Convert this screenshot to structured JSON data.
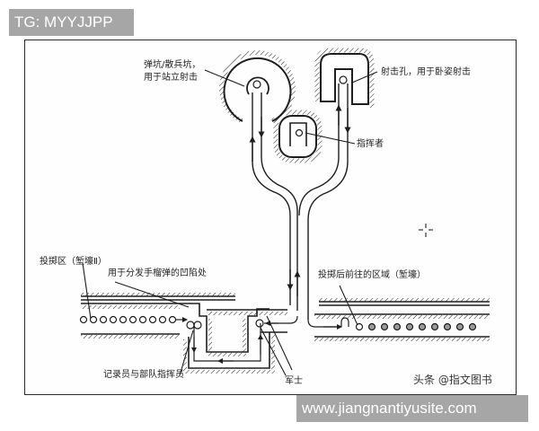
{
  "watermarks": {
    "top": "TG: MYYJJPP",
    "bottom": "www.jiangnantiyusite.com"
  },
  "credit": "头条 @指文图书",
  "labels": {
    "foxhole_line1": "弹坑/散兵坑，",
    "foxhole_line2": "用于站立射击",
    "firing_hole": "射击孔，用于卧姿射击",
    "commander": "指挥者",
    "throwing_zone": "投掷区（堑壕Ⅱ）",
    "grenade_recess": "用于分发手榴弹的凹陷处",
    "after_throw_zone": "投掷后前往的区域（堑壕）",
    "recorder": "记录员与部队指挥员",
    "soldier": "军士"
  },
  "icons": {
    "crosshair": "crosshair-icon"
  },
  "colors": {
    "line": "#1e1e1e",
    "watermark_bg": "#a6a6a6",
    "frame": "#2b2b2b"
  }
}
